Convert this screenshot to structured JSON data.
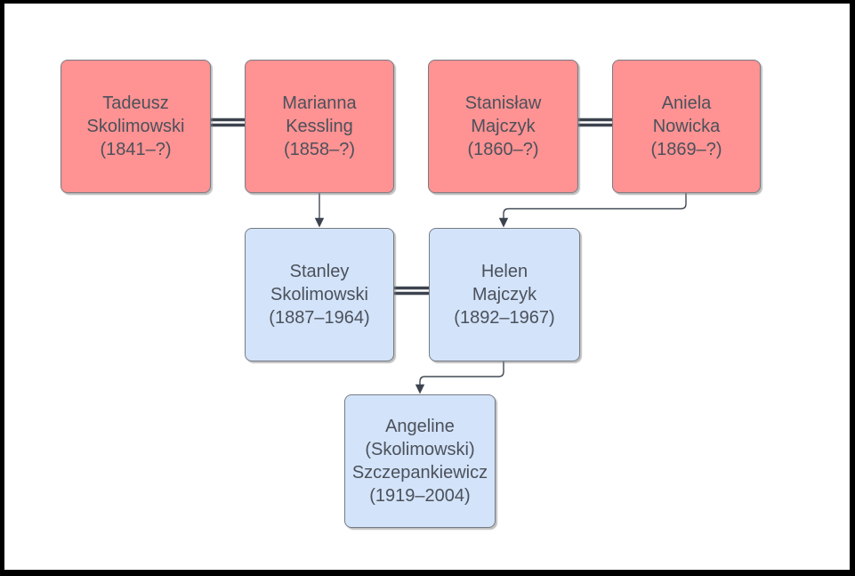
{
  "diagram_type": "family-tree",
  "people": {
    "tadeusz": {
      "name": "Tadeusz Skolimowski",
      "years": "(1841–?)",
      "box_color": "red",
      "lines": [
        "Tadeusz",
        "Skolimowski",
        "(1841–?)"
      ]
    },
    "marianna": {
      "name": "Marianna Kessling",
      "years": "(1858–?)",
      "box_color": "red",
      "lines": [
        "Marianna",
        "Kessling",
        "(1858–?)"
      ]
    },
    "stanislaw": {
      "name": "Stanisław Majczyk",
      "years": "(1860–?)",
      "box_color": "red",
      "lines": [
        "Stanisław",
        "Majczyk",
        "(1860–?)"
      ]
    },
    "aniela": {
      "name": "Aniela Nowicka",
      "years": "(1869–?)",
      "box_color": "red",
      "lines": [
        "Aniela",
        "Nowicka",
        "(1869–?)"
      ]
    },
    "stanley": {
      "name": "Stanley Skolimowski",
      "years": "(1887–1964)",
      "box_color": "blue",
      "lines": [
        "Stanley",
        "Skolimowski",
        "(1887–1964)"
      ]
    },
    "helen": {
      "name": "Helen Majczyk",
      "years": "(1892–1967)",
      "box_color": "blue",
      "lines": [
        "Helen",
        "Majczyk",
        "(1892–1967)"
      ]
    },
    "angeline": {
      "name": "Angeline (Skolimowski) Szczepankiewicz",
      "years": "(1919–2004)",
      "box_color": "blue",
      "lines": [
        "Angeline",
        "(Skolimowski)",
        "Szczepankiewicz",
        "(1919–2004)"
      ]
    }
  },
  "marriages": [
    [
      "Tadeusz Skolimowski",
      "Marianna Kessling"
    ],
    [
      "Stanisław Majczyk",
      "Aniela Nowicka"
    ],
    [
      "Stanley Skolimowski",
      "Helen Majczyk"
    ]
  ],
  "parent_child": [
    {
      "from": "Marianna Kessling",
      "to": "Stanley Skolimowski"
    },
    {
      "from": "Aniela Nowicka",
      "to": "Helen Majczyk"
    },
    {
      "from": "Helen Majczyk",
      "to": "Angeline (Skolimowski) Szczepankiewicz"
    }
  ],
  "colors": {
    "ancestor_fill": "#ff9292",
    "descendant_fill": "#d3e3f9",
    "node_border": "#767c85",
    "connector": "#434a55",
    "arrowhead": "#3d434e",
    "text": "#4b515b",
    "frame": "#000000",
    "background": "#ffffff"
  }
}
